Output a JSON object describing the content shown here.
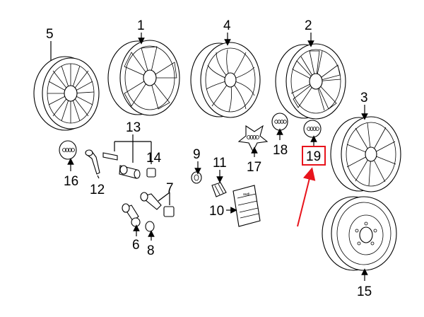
{
  "callouts": {
    "c1": "1",
    "c2": "2",
    "c3": "3",
    "c4": "4",
    "c5": "5",
    "c6": "6",
    "c7": "7",
    "c8": "8",
    "c9": "9",
    "c10": "10",
    "c11": "11",
    "c12": "12",
    "c13": "13",
    "c14": "14",
    "c15": "15",
    "c16": "16",
    "c17": "17",
    "c18": "18",
    "c19": "19"
  },
  "highlight": {
    "color": "#e8141c"
  },
  "logo_text": "audi"
}
